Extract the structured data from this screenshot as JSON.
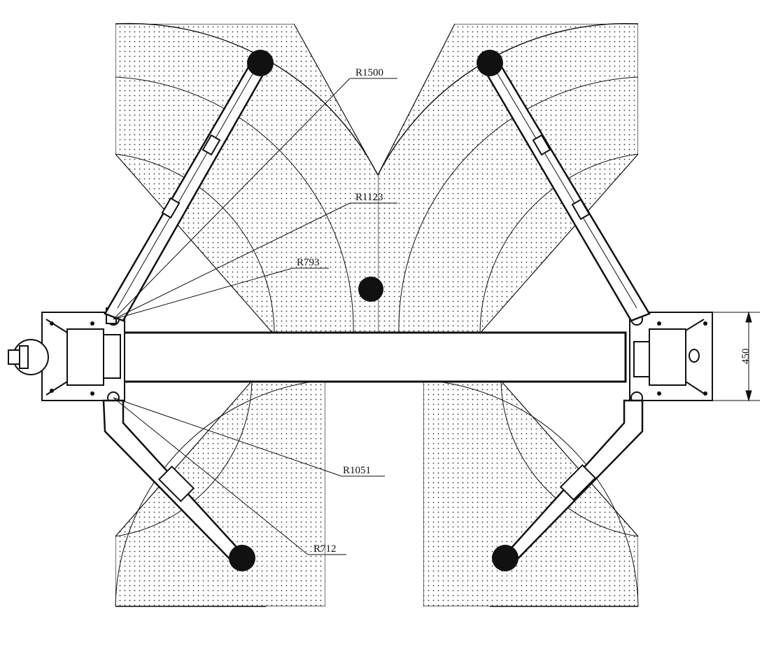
{
  "labels": {
    "r1500": "R1500",
    "r1123": "R1123",
    "r793": "R793",
    "r1051": "R1051",
    "r712": "R712",
    "dim450": "450"
  },
  "colors": {
    "stroke": "#111111",
    "zone_dot": "#333333",
    "background": "#ffffff"
  }
}
